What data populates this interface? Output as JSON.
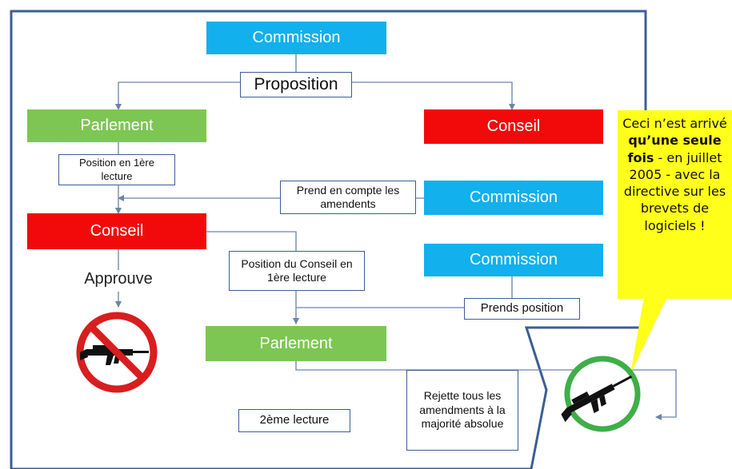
{
  "top_commission": "Commission",
  "proposition": "Proposition",
  "parlement_1": "Parlement",
  "conseil_1": "Conseil",
  "position_1ere": "Position en 1ère lecture",
  "prend_en_compte": "Prend en compte les amendents",
  "commission_2": "Commission",
  "conseil_2": "Conseil",
  "position_conseil": "Position du Conseil en 1ère lecture",
  "commission_3": "Commission",
  "approuve": "Approuve",
  "prends_position": "Prends position",
  "parlement_2": "Parlement",
  "rejette": "Rejette tous les amendments à la majorité absolue",
  "deuxieme_lecture": "2ème lecture",
  "note": {
    "part1": "Ceci n’est arrivé ",
    "bold1": "qu’une seule fois",
    "part2": " - en juillet 2005 - avec la directive sur les brevets de logiciels !"
  },
  "colors": {
    "blue": "#12b0ec",
    "green": "#7dc653",
    "red": "#f20a0a",
    "frame": "#3b5f94",
    "note": "#ffff1a",
    "ban": "#d81e1e",
    "ok": "#3fae49"
  },
  "icons": [
    "rifle-icon",
    "prohibited-icon",
    "approved-circle-icon"
  ]
}
